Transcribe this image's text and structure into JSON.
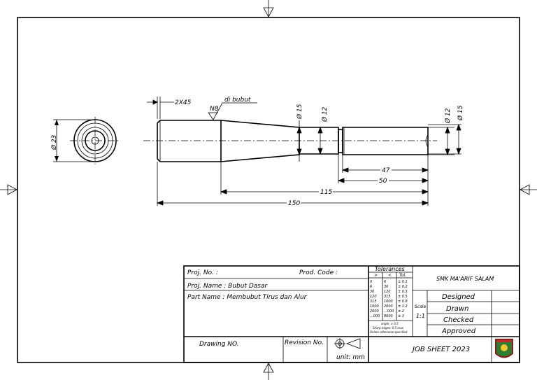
{
  "drawing": {
    "annotations": {
      "chamfer": "2X45",
      "surface": "N8",
      "process": "di bubut",
      "dia_end": "Ø 23",
      "dia_taper_large": "Ø 15",
      "dia_taper_small": "Ø 12",
      "dia_right_small": "Ø 12",
      "dia_right_large": "Ø 15",
      "dim_47": "47",
      "dim_50": "50",
      "dim_115": "115",
      "dim_150": "150"
    }
  },
  "title_block": {
    "proj_no": "Proj. No. :",
    "prod_code": "Prod. Code :",
    "proj_name": "Proj. Name : Bubut Dasar",
    "part_name": "Part Name : Membubut Tirus dan Alur",
    "drawing_no": "Drawing NO.",
    "revision_no": "Revision No.",
    "unit": "unit: mm",
    "school": "SMK MA'ARIF SALAM",
    "scale_label": "Scale",
    "scale_value": "1:1",
    "designed": "Designed",
    "drawn": "Drawn",
    "checked": "Checked",
    "approved": "Approved",
    "job_sheet": "JOB SHEET 2023",
    "tolerances": {
      "title": "Tolerances",
      "headers": [
        ">",
        "<",
        "Tol."
      ],
      "rows": [
        [
          "0",
          "6",
          "± 0.1"
        ],
        [
          "6",
          "30",
          "± 0.2"
        ],
        [
          "30",
          "120",
          "± 0.3"
        ],
        [
          "120",
          "315",
          "± 0.5"
        ],
        [
          "315",
          "1000",
          "± 0.8"
        ],
        [
          "1000",
          "2000",
          "± 1.2"
        ],
        [
          "2000",
          "...000",
          "± 2"
        ],
        [
          "...000",
          "8000",
          "± 3"
        ]
      ],
      "notes": [
        "angle: ± 0.5",
        "Sharp edges: 0.5 max",
        "Unless otherwise specified"
      ]
    }
  }
}
